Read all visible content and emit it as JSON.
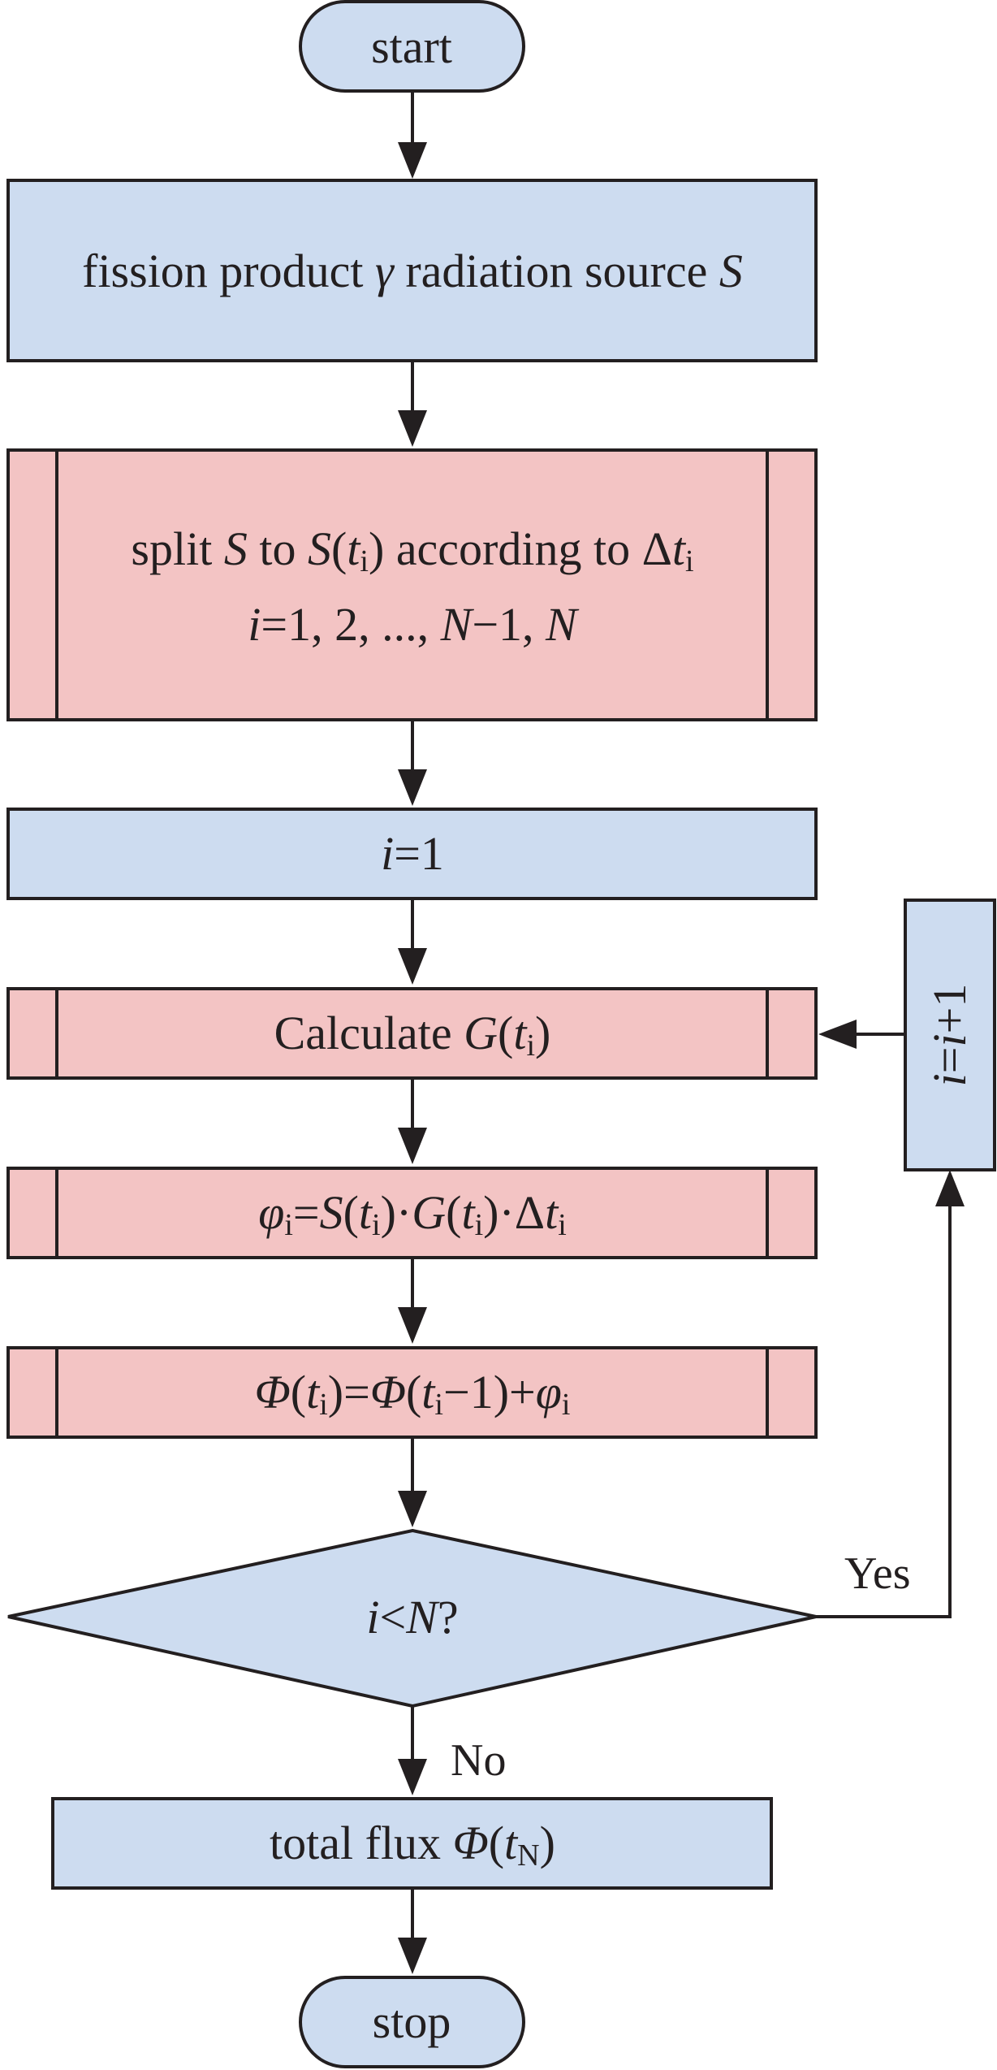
{
  "nodes": {
    "start": "start",
    "source": {
      "text": "fission product ",
      "gamma": "γ",
      "mid": " radiation source ",
      "s": "S"
    },
    "split": {
      "a": "split ",
      "s1": "S",
      "b": " to ",
      "s2": "S",
      "p1": "(",
      "t": "t",
      "i": "i",
      "p2": ")",
      "c": " according to Δ",
      "t2": "t",
      "i2": "i",
      "line2_i": "i",
      "line2_mid": "=1, 2, ..., ",
      "line2_n": "N",
      "line2_m": "−1, ",
      "line2_n2": "N"
    },
    "init": {
      "i": "i",
      "rest": "=1"
    },
    "calc": {
      "a": "Calculate ",
      "g": "G",
      "p1": "(",
      "t": "t",
      "i": "i",
      "p2": ")"
    },
    "phi": {
      "phi": "φ",
      "i": "i",
      "eq": "=",
      "s": "S",
      "p1": "(",
      "t": "t",
      "i2": "i",
      "p2": ")·",
      "g": "G",
      "p3": "(",
      "t2": "t",
      "i3": "i",
      "p4": ")·Δ",
      "t3": "t",
      "i4": "i"
    },
    "accum": {
      "Phi": "Φ",
      "p1": "(",
      "t": "t",
      "i": "i",
      "p2": ")=",
      "Phi2": "Φ",
      "p3": "(",
      "t2": "t",
      "i2": "i",
      "p4": "−1)+",
      "phi": "φ",
      "i3": "i"
    },
    "decision": {
      "i": "i",
      "lt": "<",
      "n": "N",
      "q": "?"
    },
    "increment": {
      "i": "i",
      "eq": "=",
      "i2": "i",
      "plus": "+1"
    },
    "total": {
      "a": "total flux ",
      "Phi": "Φ",
      "p1": "(",
      "t": "t",
      "n": "N",
      "p2": ")"
    },
    "stop": "stop"
  },
  "edges": {
    "yes": "Yes",
    "no": "No"
  },
  "colors": {
    "blue_fill": "#cddcf0",
    "pink_fill": "#f3c4c4",
    "stroke": "#231f20"
  }
}
